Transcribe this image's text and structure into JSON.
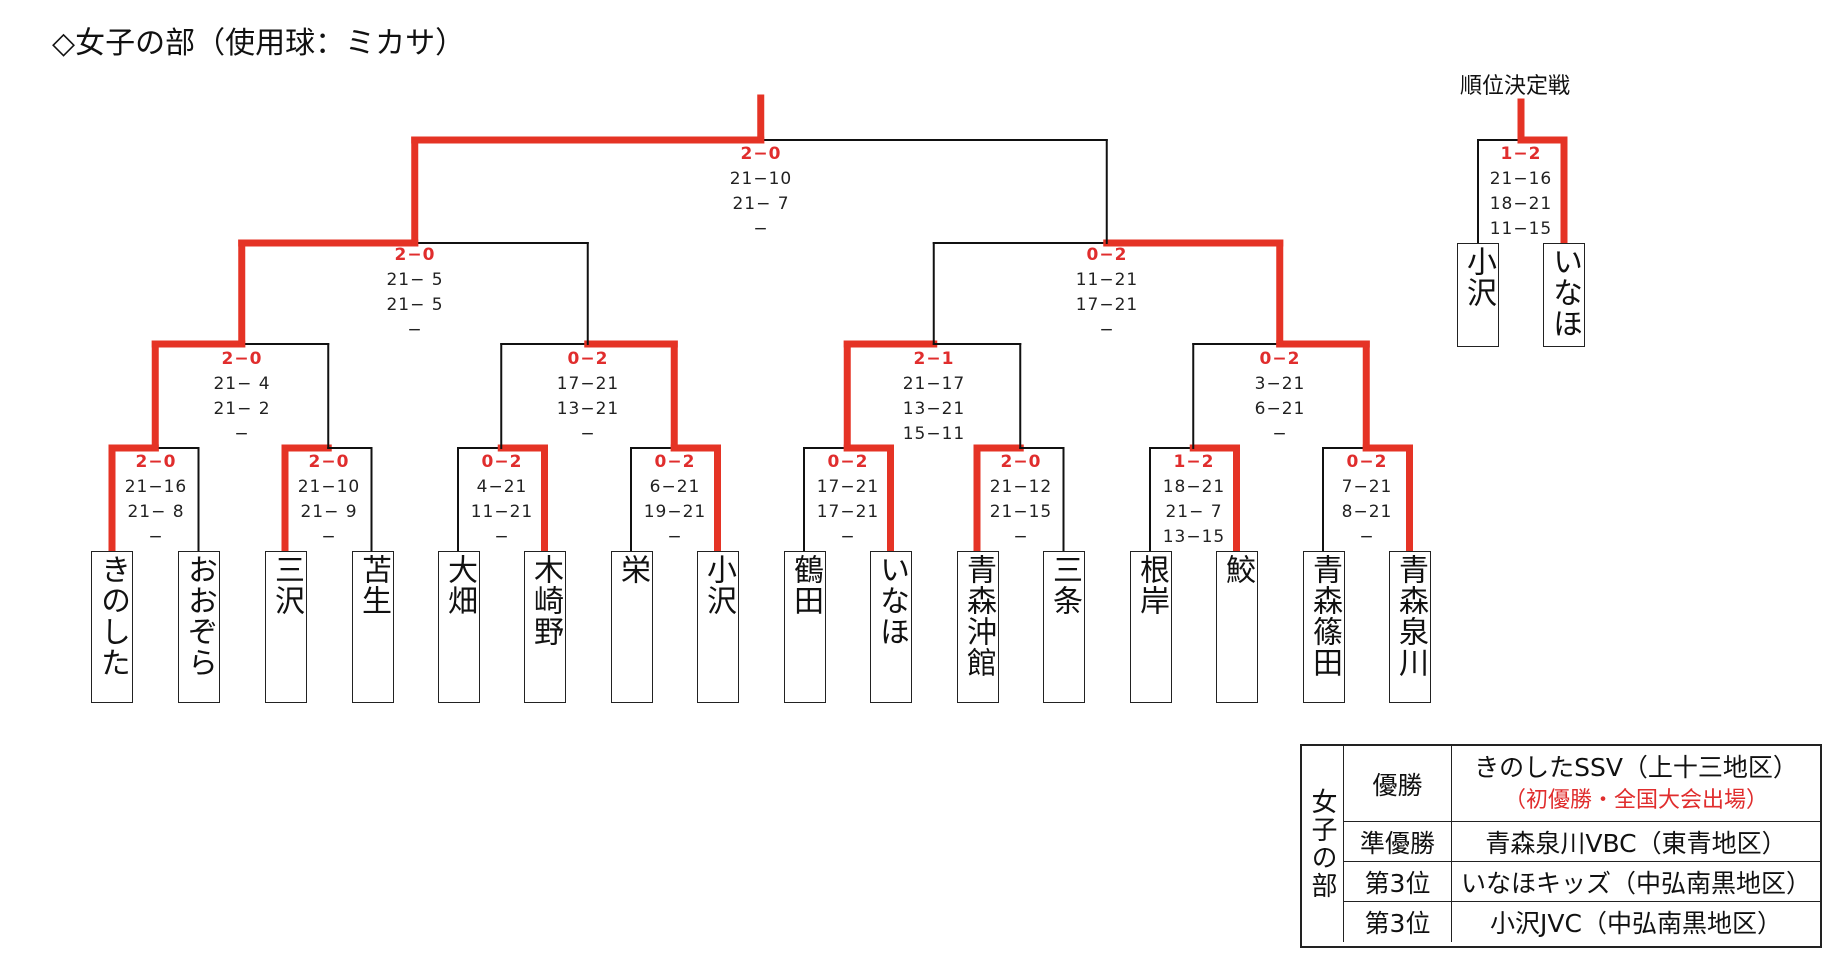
{
  "title": "◇女子の部（使用球：ミカサ）",
  "colors": {
    "winner_line": "#e53325",
    "loser_line": "#111111",
    "result_text": "#e02d2d"
  },
  "teams": [
    "きのした",
    "おおぞら",
    "三沢",
    "苫生",
    "大畑",
    "木崎野",
    "栄",
    "小沢",
    "鶴田",
    "いなほ",
    "青森沖館",
    "三条",
    "根岸",
    "鮫",
    "青森篠田",
    "青森泉川"
  ],
  "matches": [
    {
      "result": "2−0",
      "sets": [
        "21−16",
        "21−  8",
        "−"
      ]
    },
    {
      "result": "2−0",
      "sets": [
        "21−10",
        "21−  9",
        "−"
      ]
    },
    {
      "result": "0−2",
      "sets": [
        "  4−21",
        "11−21",
        "−"
      ]
    },
    {
      "result": "0−2",
      "sets": [
        "  6−21",
        "19−21",
        "−"
      ]
    },
    {
      "result": "0−2",
      "sets": [
        "17−21",
        "17−21",
        "−"
      ]
    },
    {
      "result": "2−0",
      "sets": [
        "21−12",
        "21−15",
        "−"
      ]
    },
    {
      "result": "1−2",
      "sets": [
        "18−21",
        "21−  7",
        "13−15"
      ]
    },
    {
      "result": "0−2",
      "sets": [
        "  7−21",
        "  8−21",
        "−"
      ]
    },
    {
      "result": "2−0",
      "sets": [
        "21−  4",
        "21−  2",
        "−"
      ]
    },
    {
      "result": "0−2",
      "sets": [
        "17−21",
        "13−21",
        "−"
      ]
    },
    {
      "result": "2−1",
      "sets": [
        "21−17",
        "13−21",
        "15−11"
      ]
    },
    {
      "result": "0−2",
      "sets": [
        "  3−21",
        "  6−21",
        "−"
      ]
    },
    {
      "result": "2−0",
      "sets": [
        "21−  5",
        "21−  5",
        "−"
      ]
    },
    {
      "result": "0−2",
      "sets": [
        "11−21",
        "17−21",
        "−"
      ]
    },
    {
      "result": "2−0",
      "sets": [
        "21−10",
        "21−  7",
        "−"
      ]
    }
  ],
  "third_place": {
    "title": "順位決定戦",
    "teams": [
      "小沢",
      "いなほ"
    ],
    "result": "1−2",
    "sets": [
      "21−16",
      "18−21",
      "11−15"
    ]
  },
  "summary": {
    "division": "女子の部",
    "rows": [
      {
        "rank": "優勝",
        "team": "きのしたSSV（上十三地区）",
        "note": "（初優勝・全国大会出場）"
      },
      {
        "rank": "準優勝",
        "team": "青森泉川VBC（東青地区）"
      },
      {
        "rank": "第3位",
        "team": "いなほキッズ（中弘南黒地区）"
      },
      {
        "rank": "第3位",
        "team": "小沢JVC（中弘南黒地区）"
      }
    ]
  }
}
